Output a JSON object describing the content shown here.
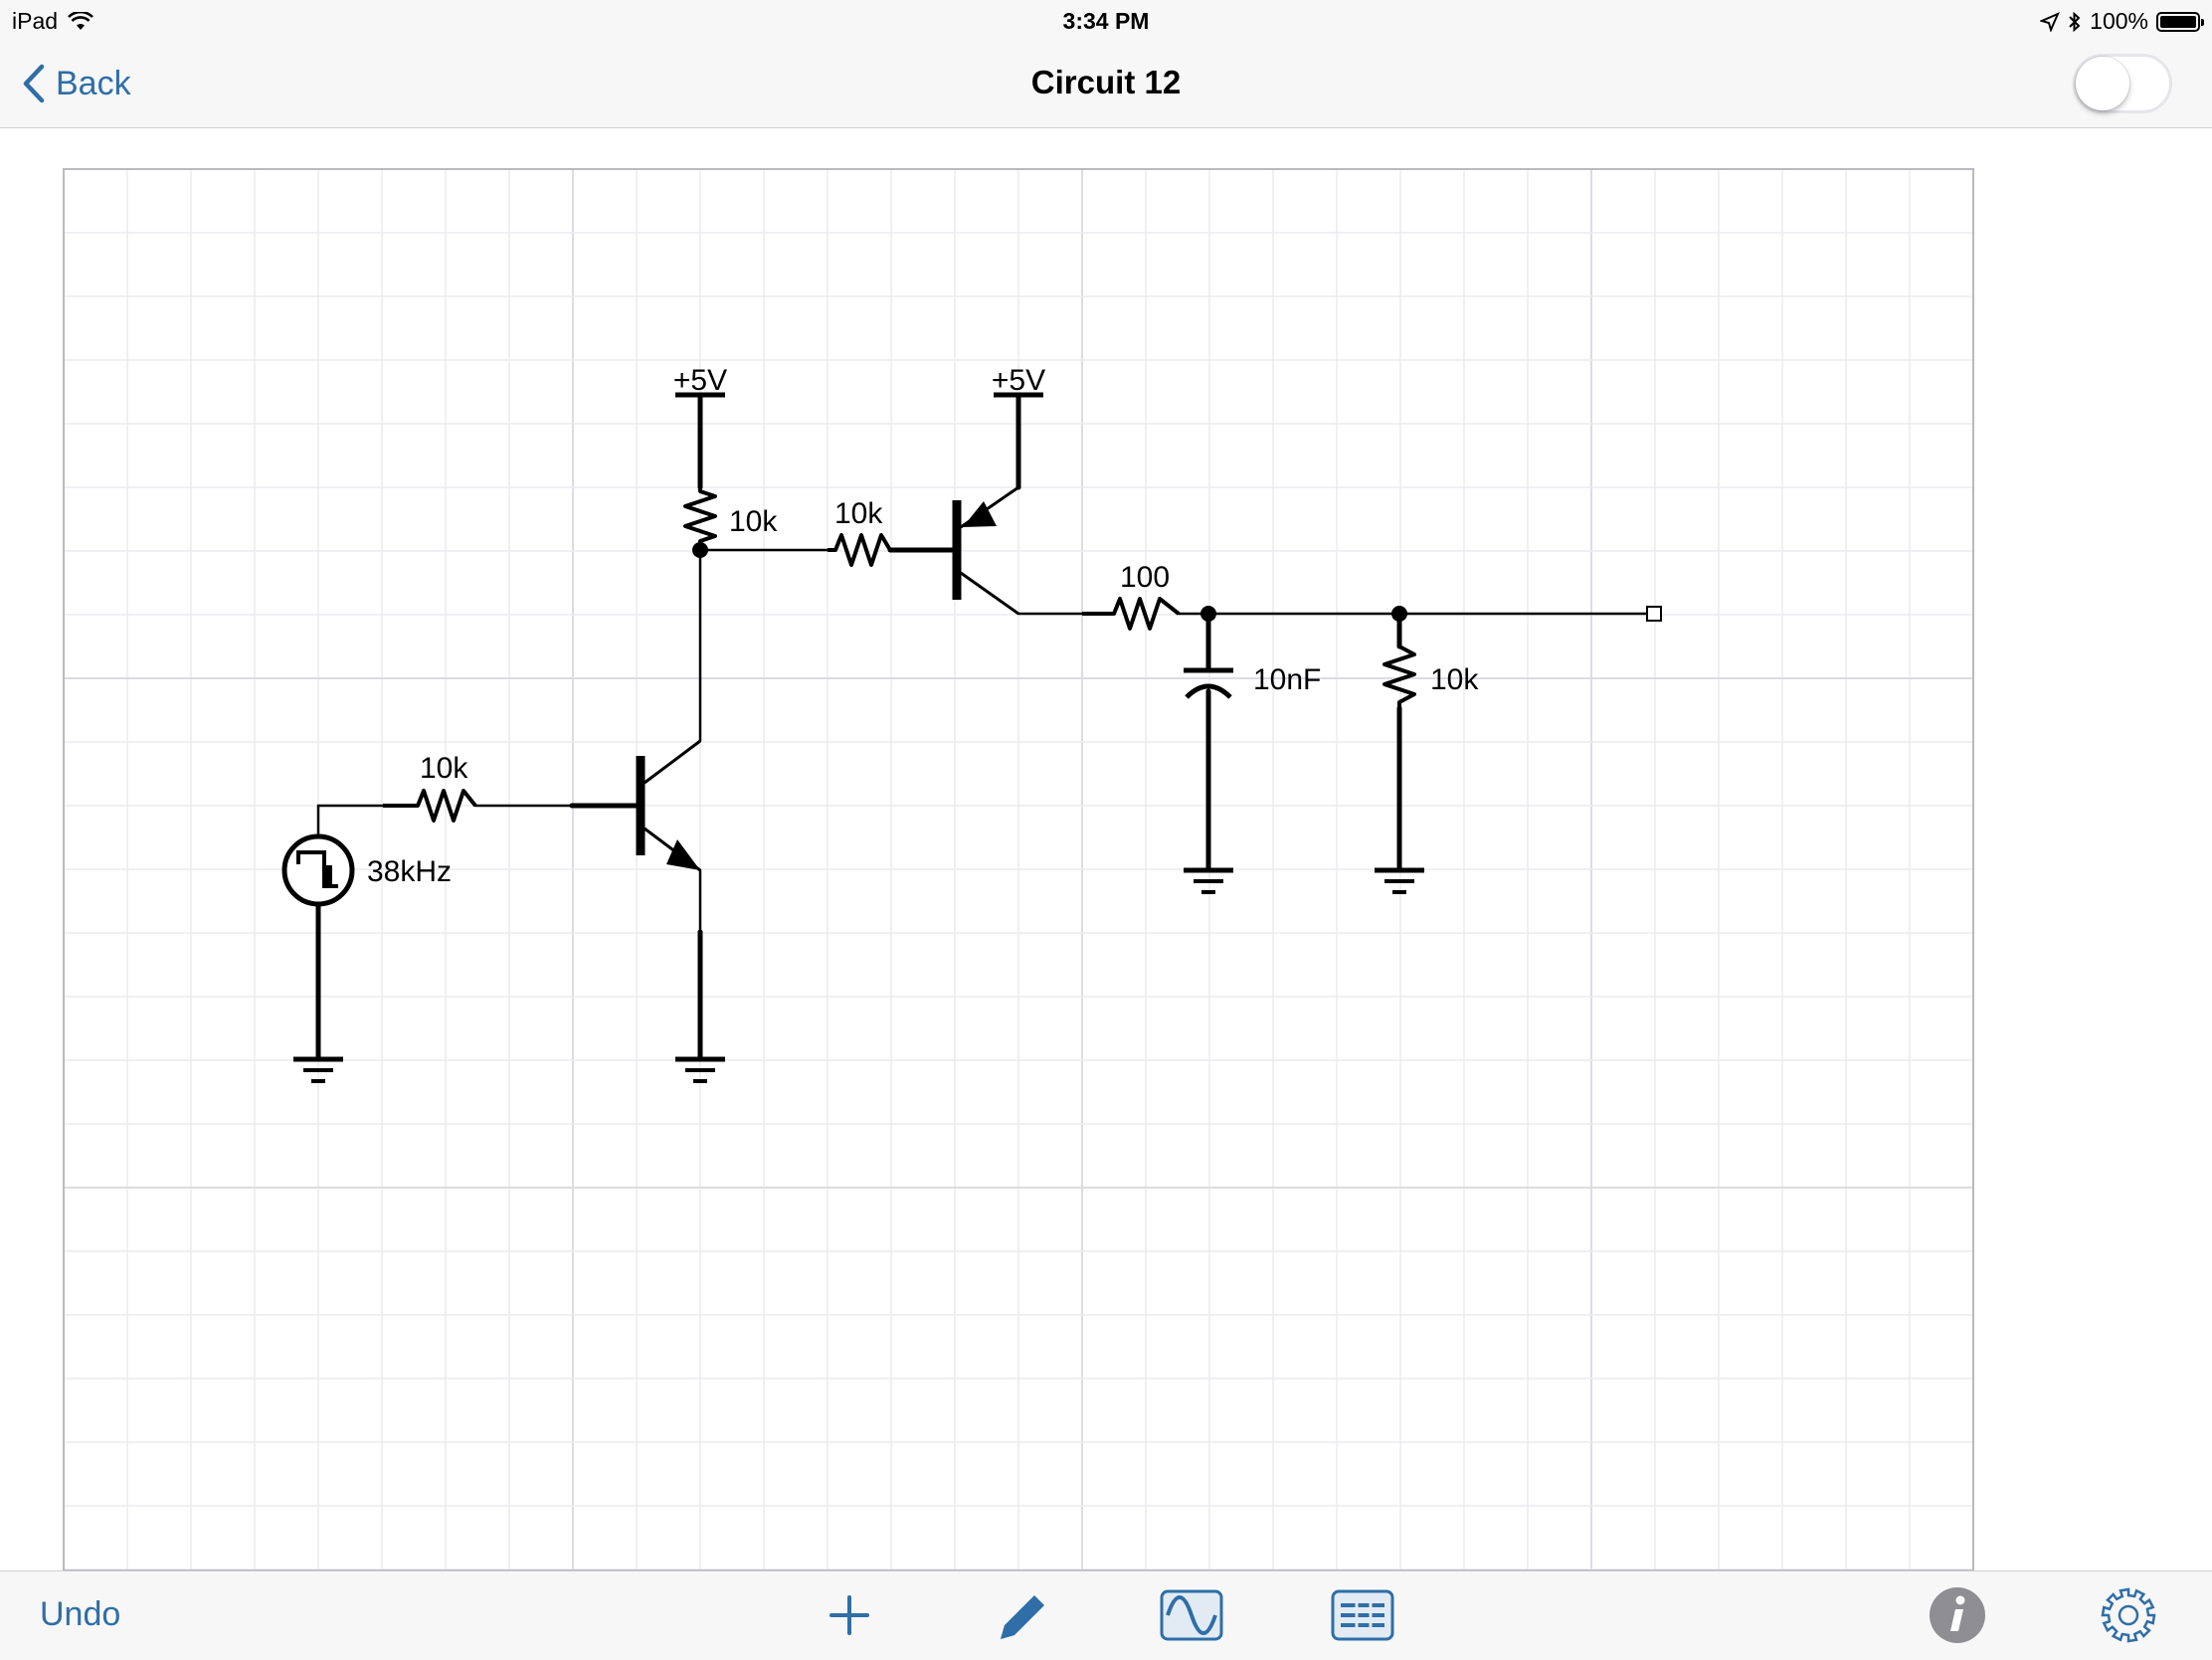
{
  "status_bar": {
    "device": "iPad",
    "time": "3:34 PM",
    "battery": "100%",
    "battery_level": 1.0
  },
  "nav": {
    "back_label": "Back",
    "title": "Circuit 12",
    "toggle_on": false
  },
  "toolbar": {
    "undo_label": "Undo",
    "icons": [
      "add-icon",
      "pencil-icon",
      "waveform-icon",
      "list-icon",
      "info-icon",
      "gear-icon"
    ]
  },
  "circuit": {
    "supply_left_label": "+5V",
    "supply_right_label": "+5V",
    "collector_resistor_label": "10k",
    "base_resistor_label": "10k",
    "input_resistor_label": "10k",
    "series_resistor_label": "100",
    "capacitor_label": "10nF",
    "load_resistor_label": "10k",
    "source_label": "38kHz"
  },
  "colors": {
    "accent": "#2f6ea7",
    "grid_minor": "#ececf0",
    "grid_major": "#dcdce2",
    "wire": "#000000"
  }
}
